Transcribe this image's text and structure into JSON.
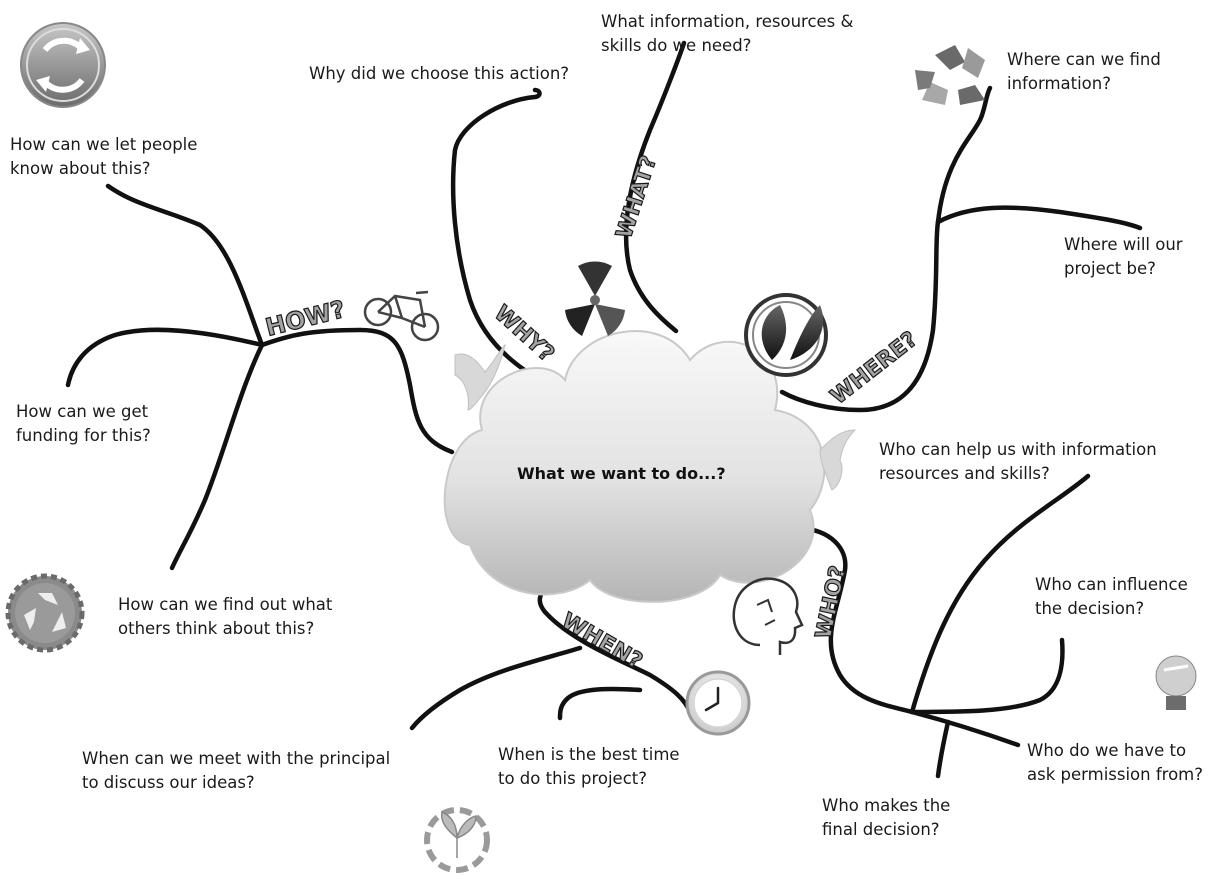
{
  "center": {
    "label": "What we want to do...?"
  },
  "branches": [
    {
      "key": "how",
      "tag": "HOW?"
    },
    {
      "key": "why",
      "tag": "WHY?"
    },
    {
      "key": "what",
      "tag": "WHAT?"
    },
    {
      "key": "where",
      "tag": "WHERE?"
    },
    {
      "key": "who",
      "tag": "WHO?"
    },
    {
      "key": "when",
      "tag": "WHEN?"
    }
  ],
  "questions": {
    "why_choose": "Why did we choose this action?",
    "what_need_1": "What information, resources &",
    "what_need_2": "skills do we need?",
    "where_find_1": "Where can we find",
    "where_find_2": "information?",
    "where_project_1": "Where will our",
    "where_project_2": "project be?",
    "how_let_know_1": "How can we let people",
    "how_let_know_2": "know about this?",
    "how_funding_1": "How can we get",
    "how_funding_2": "funding for this?",
    "how_others_1": "How can we find out what",
    "how_others_2": "others think about this?",
    "who_help_1": "Who can help us with information",
    "who_help_2": "resources and skills?",
    "who_influence_1": "Who can influence",
    "who_influence_2": "the decision?",
    "who_permission_1": "Who do we have to",
    "who_permission_2": "ask permission from?",
    "who_final_1": "Who makes the",
    "who_final_2": "final decision?",
    "when_principal_1": "When can we meet with the principal",
    "when_principal_2": "to discuss our ideas?",
    "when_best_1": "When is the best time",
    "when_best_2": "to do this project?"
  },
  "icons": [
    "refresh-arrows-icon",
    "recycle-icon",
    "bicycle-icon",
    "bird-icon",
    "radiation-icon",
    "leaf-icon",
    "head-recycle-icon",
    "clock-icon",
    "lightbulb-icon",
    "recycle-gear-icon",
    "plant-arrows-icon"
  ],
  "colors": {
    "line": "#111111",
    "tag_fill": "#9a9a9a",
    "cloud_top": "#f7f7f7",
    "cloud_bottom": "#b9b9b9"
  }
}
